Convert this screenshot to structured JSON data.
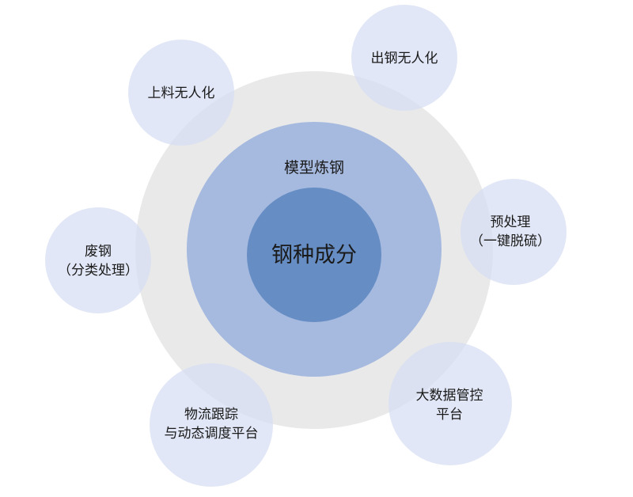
{
  "colors": {
    "outer_ring": "#e9e9e9",
    "middle_ring": "#a6badf",
    "core": "#668dc4",
    "satellite": "rgba(214,222,242,0.72)"
  },
  "core": {
    "label": "钢种成分"
  },
  "middle": {
    "label": "模型炼钢"
  },
  "satellites": [
    {
      "lines": [
        "上料无人化"
      ]
    },
    {
      "lines": [
        "出钢无人化"
      ]
    },
    {
      "lines": [
        "预处理",
        "（一键脱硫）"
      ]
    },
    {
      "lines": [
        "废钢",
        "（分类处理）"
      ]
    },
    {
      "lines": [
        "大数据管控",
        "平台"
      ]
    },
    {
      "lines": [
        "物流跟踪",
        "与动态调度平台"
      ]
    }
  ]
}
